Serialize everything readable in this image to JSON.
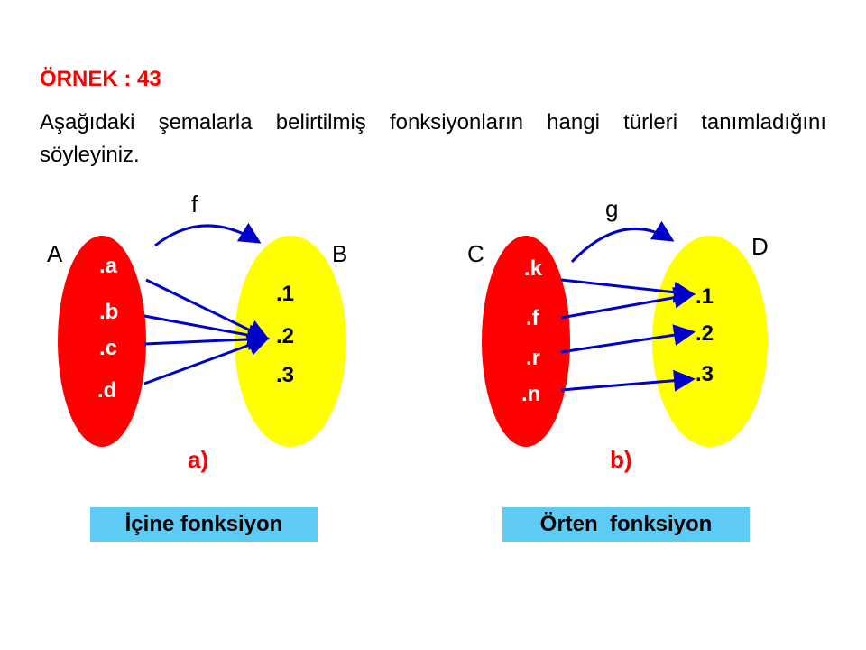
{
  "title": "ÖRNEK : 43",
  "question": "Aşağıdaki şemalarla belirtilmiş fonksiyonların hangi türleri tanımladığını söyleyiniz.",
  "diagram_a": {
    "function_name": "f",
    "domain_label": "A",
    "codomain_label": "B",
    "domain": [
      ".a",
      ".b",
      ".c",
      ".d"
    ],
    "codomain": [
      ".1",
      ".2",
      ".3"
    ],
    "mappings": [
      [
        0,
        1
      ],
      [
        1,
        1
      ],
      [
        2,
        1
      ],
      [
        3,
        1
      ]
    ],
    "part_label": "a)",
    "type_label": "İçine fonksiyon"
  },
  "diagram_b": {
    "function_name": "g",
    "domain_label": "C",
    "codomain_label": "D",
    "domain": [
      ".k",
      ".f",
      ".r",
      ".n"
    ],
    "codomain": [
      ".1",
      ".2",
      ".3"
    ],
    "mappings": [
      [
        0,
        0
      ],
      [
        1,
        0
      ],
      [
        2,
        1
      ],
      [
        3,
        2
      ]
    ],
    "part_label": "b)",
    "type_label": "Örten  fonksiyon"
  },
  "colors": {
    "title": "#ff0000",
    "domain_set": "#ff0000",
    "codomain_set": "#ffff00",
    "arrow": "#0000cc",
    "type_box": "#5ecbf5"
  }
}
